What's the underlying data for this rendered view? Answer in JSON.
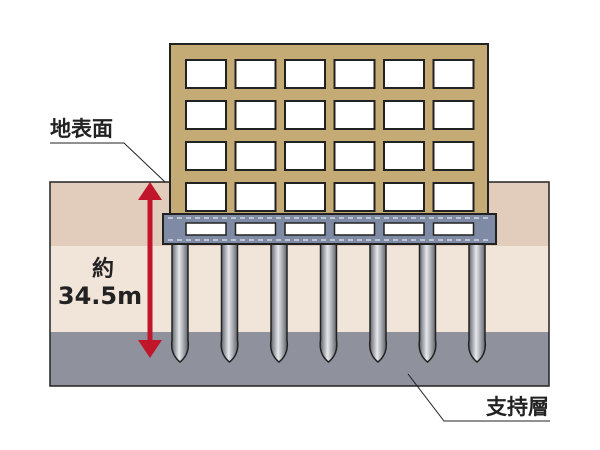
{
  "labels": {
    "ground_surface": "地表面",
    "depth_prefix": "約",
    "depth_value": "34.5m",
    "bearing_layer": "支持層"
  },
  "building": {
    "rows": 4,
    "cols": 6
  },
  "foundation": {
    "windows": 6,
    "piles": 7
  },
  "colors": {
    "building_face": "#c4ab76",
    "building_border": "#222222",
    "window": "#ffffff",
    "foundation": "#7f8aa5",
    "soil_top": "#e2cdbc",
    "soil_middle": "#f1e5da",
    "bearing_layer": "#8f929d",
    "pile_shaft": "#8a8e96",
    "pile_highlight": "#e6e8ec",
    "arrow": "#c0152a"
  }
}
